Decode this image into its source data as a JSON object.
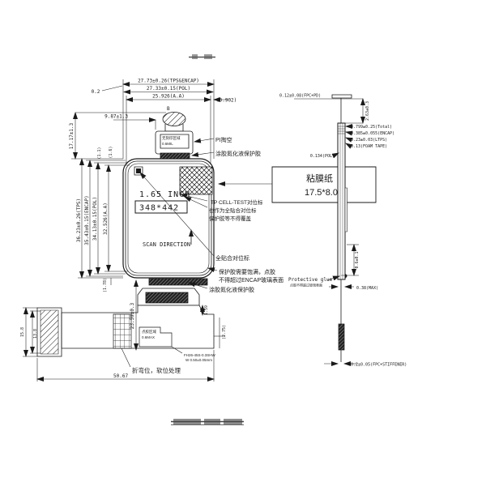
{
  "colors": {
    "line": "#1a1a1a",
    "background": "#ffffff"
  },
  "front": {
    "dim_width_tp_encap": "27.73±0.26(TPS&ENCAP)",
    "dim_width_pol": "27.33±0.15(POL)",
    "dim_width_aa": "25.926(A.A)",
    "dim_aa_right_offset": "(0.902)",
    "dim_edge_gap": "0.2",
    "dim_fpc_offset": "9.87±1.3",
    "balloon_b": "B",
    "dim_fpc_height": "17.17±1.3",
    "dim_height_tps": "36.23±0.26(TPS)",
    "dim_height_encap": "35.43±0.15(ENCAP)",
    "dim_height_pol": "34.13±0.15(POL)",
    "dim_height_aa": "32.526(A.A)",
    "dim_offset_11": "(1.1)",
    "dim_offset_16": "(1.6)",
    "dim_offset_178": "(1.78)",
    "panel_size": "1.65 INCH",
    "panel_resolution": "348*442",
    "scan_direction": "SCAN DIRECTION",
    "chip_note_line1": "无刻印区域",
    "chip_note_line2": "0.6MIL"
  },
  "annotations": {
    "pi_hollow": "PI掏空",
    "coating_top": "涂胶氮化液保护胶",
    "film_label": "粘膜纸",
    "film_size": "17.5*8.0",
    "tp_mark_line1": "TP CELL-TEST对位标",
    "tp_mark_line2": "也作为全贴合对位标",
    "tp_mark_line3": "保护胶等不得覆盖",
    "align_mark": "全贴合对位标",
    "glue_note_line1": "保护胶需要饱满，点胶",
    "glue_note_line2": "不得超过ENCAP玻璃表面",
    "coating_bottom": "涂胶氮化液保护胶",
    "protective_glue": "Protective glue",
    "protective_glue_sub": "点胶不得超过玻璃表面",
    "bend_note": "折弯位，软位处理"
  },
  "tail": {
    "dim_length": "23.59±0.3",
    "dim_connector_outer": "15.8",
    "dim_connector_inner": "13.8",
    "dim_step": "1.59",
    "dim_right_step": "(2.75)",
    "dim_total": "50.67",
    "box_note_line1": "点胶区域",
    "box_note_line2": "0.6MAX",
    "part_line1": "FH26-45S-0.3SHW",
    "part_line2": "W 0.50±0.05mm"
  },
  "side": {
    "dim_fpc_pd": "0.12±0.08(FPC+PD)",
    "dim_fold": "2.63±0.3",
    "dim_total": "0.799±0.25(Total)",
    "dim_encap": "0.385±0.055(ENCAP)",
    "dim_ltps": "0.23±0.03(LTPS)",
    "dim_foam": "0.13(FOAM TAPE)",
    "dim_pol": "0.134(POL)",
    "dim_bottom": "0.6±0.1",
    "dim_glue_max": "0.38(MAX)",
    "dim_stiffener": "0.2±0.05(FPC+STIFFENER)"
  }
}
